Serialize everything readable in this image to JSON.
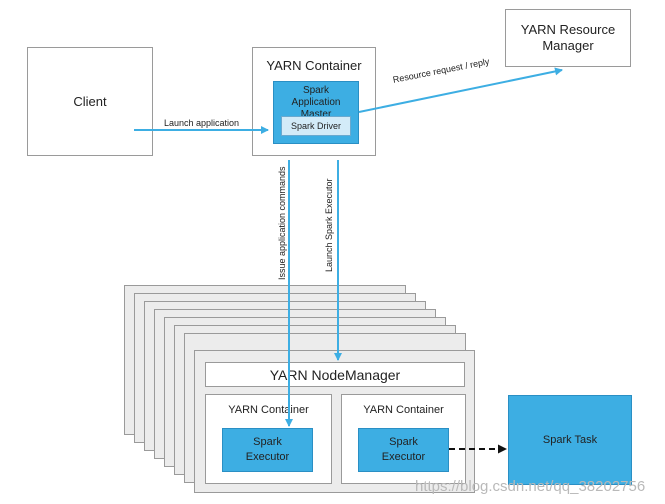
{
  "client": "Client",
  "yarn_container_top": "YARN Container",
  "app_master": "Spark Application Master",
  "spark_driver": "Spark Driver",
  "resource_manager": "YARN Resource Manager",
  "edges": {
    "launch_application": "Launch application",
    "resource_request": "Resource request / reply",
    "issue_commands": "Issue application commands",
    "launch_executor": "Launch Spark Executor"
  },
  "node_manager": "YARN NodeManager",
  "containers": [
    {
      "title": "YARN Container",
      "executor": "Spark Executor"
    },
    {
      "title": "YARN Container",
      "executor": "Spark Executor"
    }
  ],
  "spark_task": "Spark Task",
  "watermark": "https://blog.csdn.net/qq_38202756",
  "colors": {
    "accent": "#3daee3",
    "light_accent": "#d3ebf8",
    "border": "#9a9a9a",
    "stack": "#ececec"
  }
}
